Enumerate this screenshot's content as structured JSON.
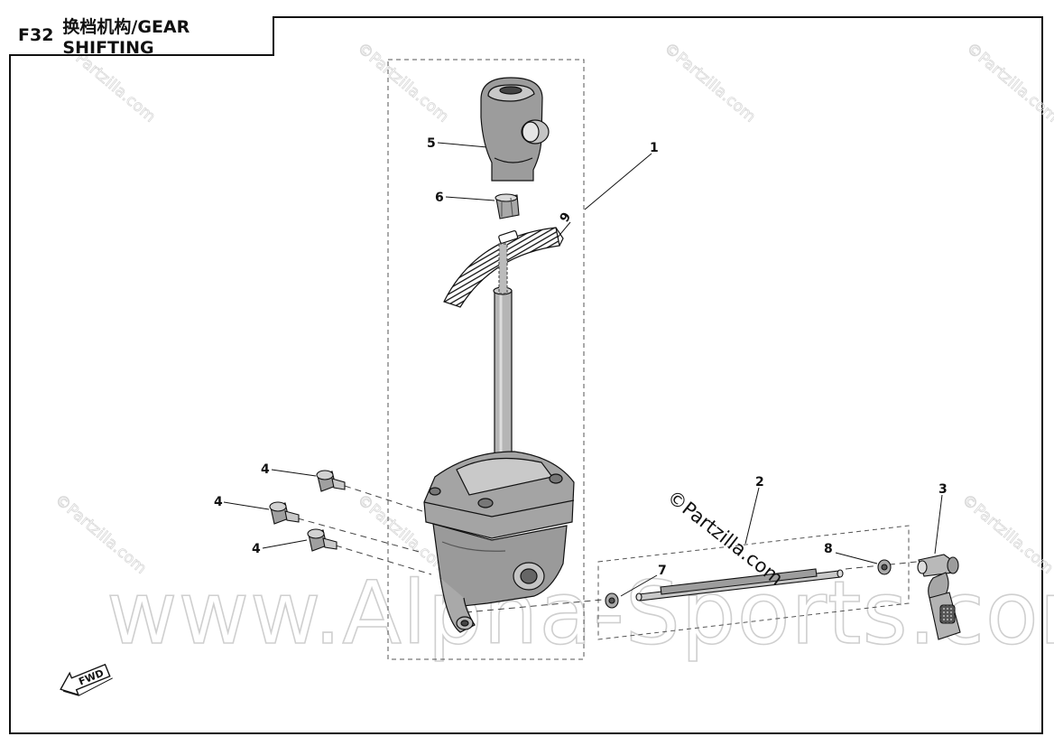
{
  "title": {
    "code": "F32",
    "text": "换档机构/GEAR SHIFTING"
  },
  "watermarks": {
    "copyright_small": "©Partzilla.com",
    "copyright_dark": "©Partzilla.com",
    "site": "www.Alpha-Sports.com"
  },
  "callouts": {
    "c1": "1",
    "c2": "2",
    "c3": "3",
    "c4a": "4",
    "c4b": "4",
    "c4c": "4",
    "c5": "5",
    "c6": "6",
    "c7": "7",
    "c8": "8",
    "c9": "9"
  },
  "fwd_label": "FWD"
}
